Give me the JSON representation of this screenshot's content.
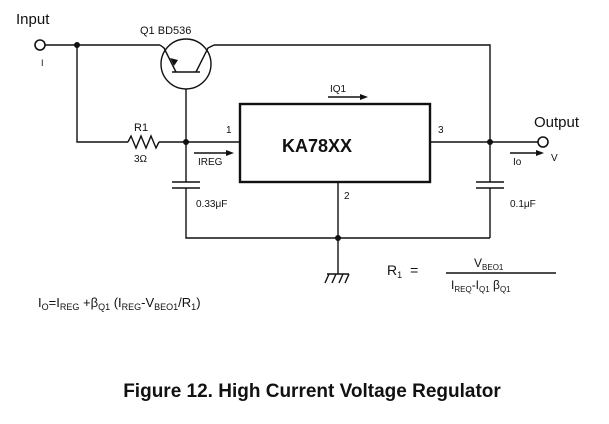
{
  "labels": {
    "input": "Input",
    "input_pin": "I",
    "output": "Output",
    "output_pin": "V",
    "transistor": "Q1 BD536",
    "iq1": "IQ1",
    "r1": "R1",
    "r1_value": "3Ω",
    "ireg": "IREG",
    "io": "Io",
    "ic": "KA78XX",
    "pin1": "1",
    "pin2": "2",
    "pin3": "3",
    "c_in": "0.33μF",
    "c_out": "0.1μF"
  },
  "formulas": {
    "io_lhs": "I",
    "io_lhs_sub": "O",
    "io_eq": "=I",
    "io_reg_sub": "REG",
    "io_plus": " +β",
    "io_q1_sub": "Q1",
    "io_paren": " (I",
    "io_reg2_sub": "REG",
    "io_minus": "-V",
    "io_beo1_sub": "BEO1",
    "io_div": "/R",
    "io_r1_sub": "1",
    "io_close": ")",
    "r1_lhs": "R",
    "r1_lhs_sub": "1",
    "r1_eq": "=",
    "r1_num": "V",
    "r1_num_sub": "BEO1",
    "r1_den_a": "I",
    "r1_den_a_sub": "REQ",
    "r1_den_b": "-I",
    "r1_den_b_sub": "Q1",
    "r1_den_c": " β",
    "r1_den_c_sub": "Q1"
  },
  "caption": "Figure 12. High Current Voltage Regulator",
  "colors": {
    "ink": "#111111",
    "background": "#ffffff"
  }
}
